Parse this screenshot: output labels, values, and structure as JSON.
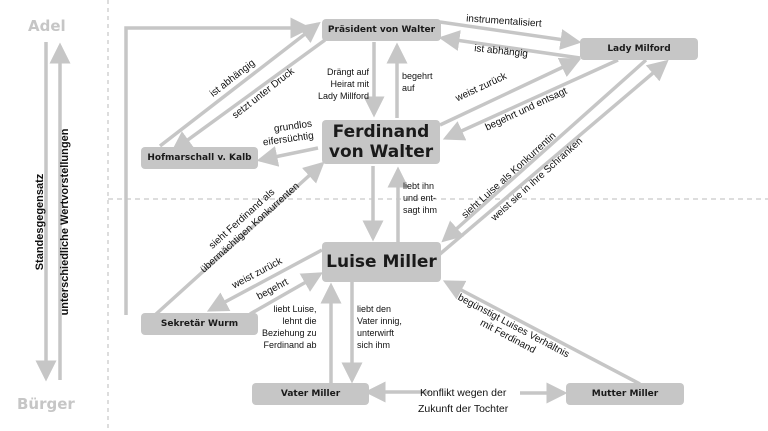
{
  "side": {
    "top_label": "Adel",
    "bottom_label": "Bürger",
    "axis_left": "Standesgegensatz",
    "axis_right": "unterschiedliche Wertvorstellungen"
  },
  "nodes": {
    "praesident": "Präsident von Walter",
    "lady": "Lady Milford",
    "hofmarschall": "Hofmarschall v. Kalb",
    "ferdinand_line1": "Ferdinand",
    "ferdinand_line2": "von Walter",
    "luise": "Luise Miller",
    "wurm": "Sekretär Wurm",
    "vater": "Vater Miller",
    "mutter": "Mutter Miller"
  },
  "edges": {
    "instrumentalisiert": "instrumentalisiert",
    "ist_abhaengig_lady": "ist abhängig",
    "ist_abhaengig_kalb": "ist abhängig",
    "setzt_unter_druck": "setzt unter Druck",
    "draengt_1": "Drängt auf",
    "draengt_2": "Heirat mit",
    "draengt_3": "Lady Millford",
    "begehrt_auf_1": "begehrt",
    "begehrt_auf_2": "auf",
    "grundlos_1": "grundlos",
    "grundlos_2": "eifersüchtig",
    "weist_zurueck_lady": "weist zurück",
    "begehrt_entsagt": "begehrt und entsagt",
    "sieht_luise": "sieht Luise als Konkurrentin",
    "weist_schranken": "weist sie in ihre Schranken",
    "liebt_ihn_1": "liebt ihn",
    "liebt_ihn_2": "und ent-",
    "liebt_ihn_3": "sagt ihm",
    "sieht_ferdinand_1": "sieht Ferdinand als",
    "sieht_ferdinand_2": "übermächtigen Konkurrenten",
    "weist_zurueck_wurm": "weist zurück",
    "begehrt": "begehrt",
    "liebt_luise_1": "liebt Luise,",
    "liebt_luise_2": "lehnt die",
    "liebt_luise_3": "Beziehung zu",
    "liebt_luise_4": "Ferdinand ab",
    "liebt_vater_1": "liebt den",
    "liebt_vater_2": "Vater innig,",
    "liebt_vater_3": "unterwirft",
    "liebt_vater_4": "sich ihm",
    "beguenstigt_1": "begünstigt Luises Verhältnis",
    "beguenstigt_2": "mit Ferdinand",
    "konflikt_1": "Konflikt wegen der",
    "konflikt_2": "Zukunft der Tochter"
  }
}
